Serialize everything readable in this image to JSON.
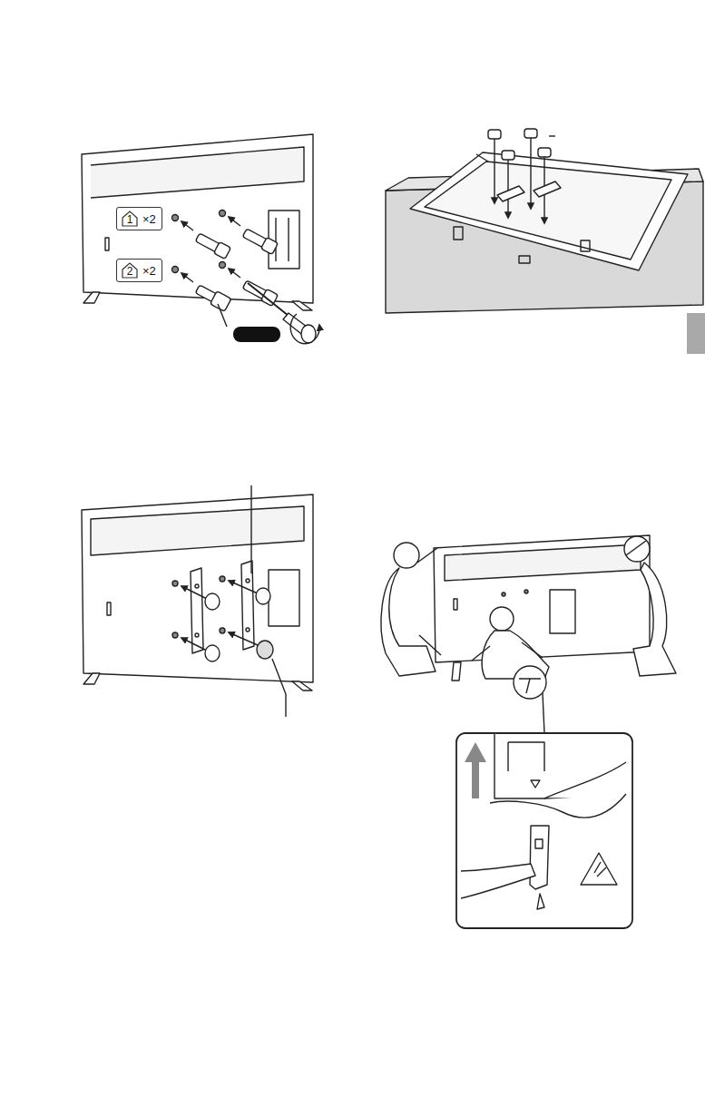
{
  "diagram": {
    "nodes": [
      {
        "text": [
          "1",
          "×2"
        ]
      },
      {
        "text": [
          "2",
          "×2"
        ]
      }
    ]
  }
}
